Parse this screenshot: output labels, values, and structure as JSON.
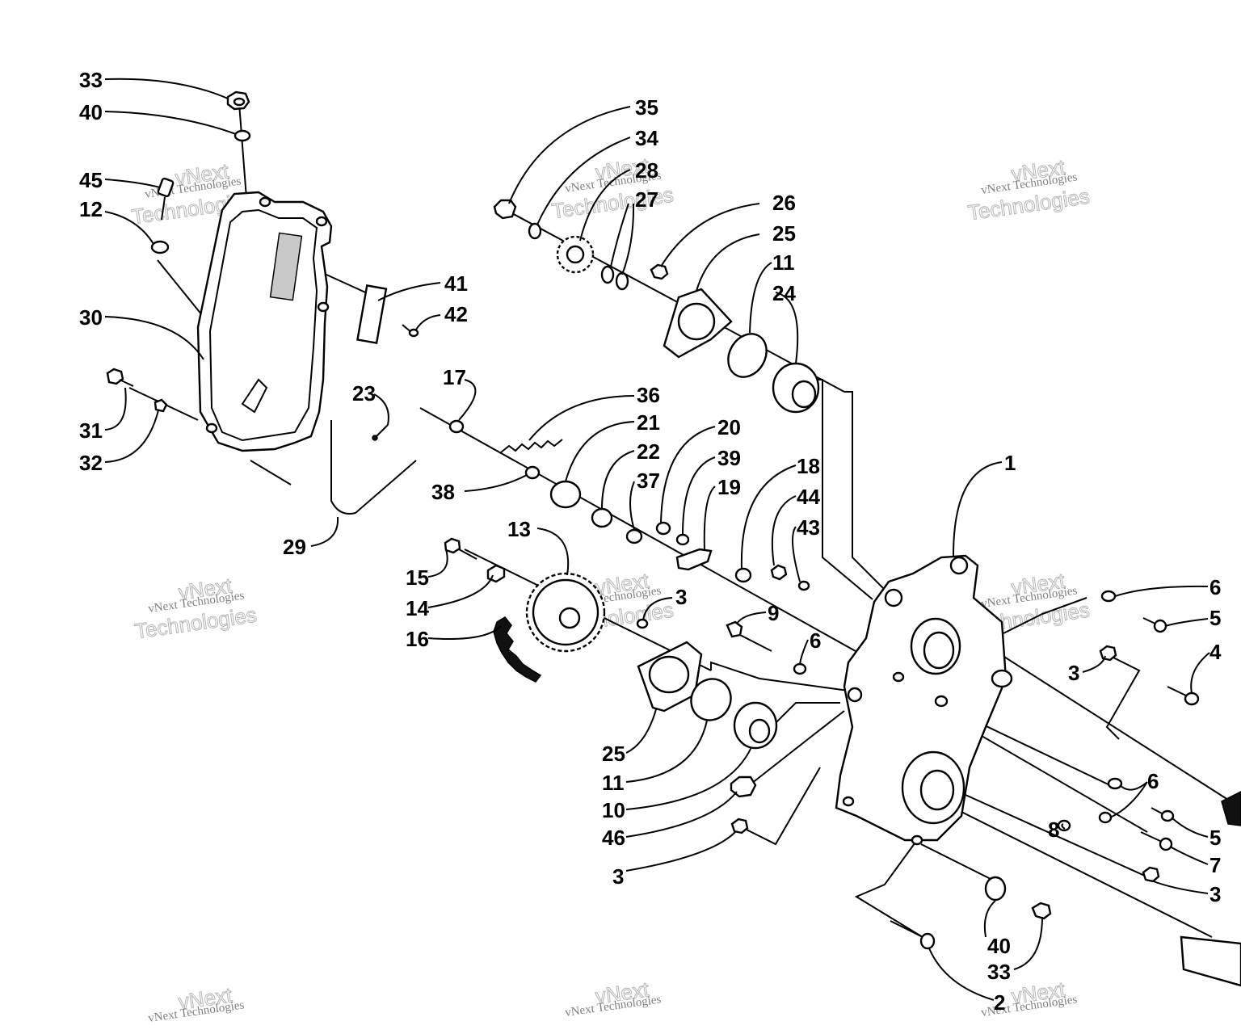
{
  "watermark": {
    "line1": "vNext Technologies",
    "line2": "vNext",
    "line3": "Technologies"
  },
  "callouts": [
    {
      "id": "c33a",
      "text": "33"
    },
    {
      "id": "c40a",
      "text": "40"
    },
    {
      "id": "c45",
      "text": "45"
    },
    {
      "id": "c12",
      "text": "12"
    },
    {
      "id": "c30",
      "text": "30"
    },
    {
      "id": "c31",
      "text": "31"
    },
    {
      "id": "c32",
      "text": "32"
    },
    {
      "id": "c35",
      "text": "35"
    },
    {
      "id": "c34",
      "text": "34"
    },
    {
      "id": "c28",
      "text": "28"
    },
    {
      "id": "c27",
      "text": "27"
    },
    {
      "id": "c26",
      "text": "26"
    },
    {
      "id": "c25a",
      "text": "25"
    },
    {
      "id": "c11a",
      "text": "11"
    },
    {
      "id": "c24",
      "text": "24"
    },
    {
      "id": "c41",
      "text": "41"
    },
    {
      "id": "c42",
      "text": "42"
    },
    {
      "id": "c23",
      "text": "23"
    },
    {
      "id": "c17",
      "text": "17"
    },
    {
      "id": "c36",
      "text": "36"
    },
    {
      "id": "c21",
      "text": "21"
    },
    {
      "id": "c20",
      "text": "20"
    },
    {
      "id": "c22",
      "text": "22"
    },
    {
      "id": "c39",
      "text": "39"
    },
    {
      "id": "c37",
      "text": "37"
    },
    {
      "id": "c19",
      "text": "19"
    },
    {
      "id": "c18",
      "text": "18"
    },
    {
      "id": "c44",
      "text": "44"
    },
    {
      "id": "c43",
      "text": "43"
    },
    {
      "id": "c38",
      "text": "38"
    },
    {
      "id": "c29",
      "text": "29"
    },
    {
      "id": "c1",
      "text": "1"
    },
    {
      "id": "c13",
      "text": "13"
    },
    {
      "id": "c15",
      "text": "15"
    },
    {
      "id": "c14",
      "text": "14"
    },
    {
      "id": "c16",
      "text": "16"
    },
    {
      "id": "c3a",
      "text": "3"
    },
    {
      "id": "c9",
      "text": "9"
    },
    {
      "id": "c6a",
      "text": "6"
    },
    {
      "id": "c6b",
      "text": "6"
    },
    {
      "id": "c5a",
      "text": "5"
    },
    {
      "id": "c4",
      "text": "4"
    },
    {
      "id": "c3b",
      "text": "3"
    },
    {
      "id": "c25b",
      "text": "25"
    },
    {
      "id": "c11b",
      "text": "11"
    },
    {
      "id": "c10",
      "text": "10"
    },
    {
      "id": "c46",
      "text": "46"
    },
    {
      "id": "c3c",
      "text": "3"
    },
    {
      "id": "c6c",
      "text": "6"
    },
    {
      "id": "c5b",
      "text": "5"
    },
    {
      "id": "c8",
      "text": "8"
    },
    {
      "id": "c7",
      "text": "7"
    },
    {
      "id": "c3d",
      "text": "3"
    },
    {
      "id": "c40b",
      "text": "40"
    },
    {
      "id": "c33b",
      "text": "33"
    },
    {
      "id": "c2",
      "text": "2"
    }
  ]
}
